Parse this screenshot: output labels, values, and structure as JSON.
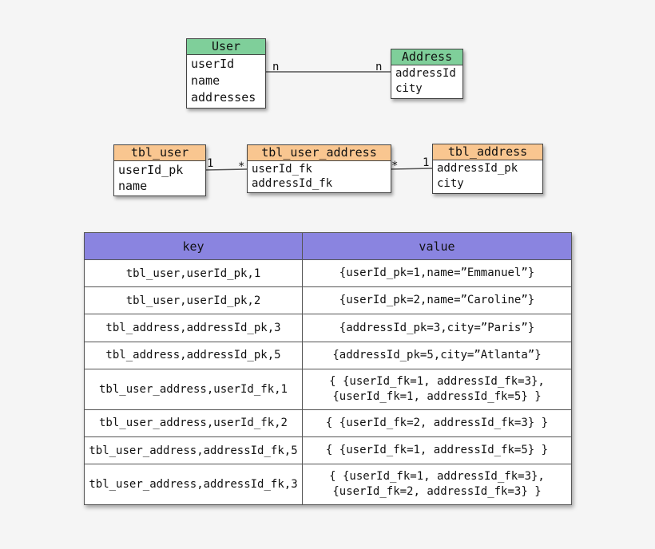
{
  "uml": {
    "user": {
      "title": "User",
      "fields": [
        "userId",
        "name",
        "addresses"
      ]
    },
    "address": {
      "title": "Address",
      "fields": [
        "addressId",
        "city"
      ]
    },
    "assoc": {
      "left_mult": "n",
      "right_mult": "n"
    }
  },
  "relational": {
    "tbl_user": {
      "title": "tbl_user",
      "fields": [
        "userId_pk",
        "name"
      ]
    },
    "tbl_user_address": {
      "title": "tbl_user_address",
      "fields": [
        "userId_fk",
        "addressId_fk"
      ]
    },
    "tbl_address": {
      "title": "tbl_address",
      "fields": [
        "addressId_pk",
        "city"
      ]
    },
    "rel_left": {
      "one": "1",
      "many": "*"
    },
    "rel_right": {
      "many": "*",
      "one": "1"
    }
  },
  "kv_table": {
    "headers": {
      "key": "key",
      "value": "value"
    },
    "rows": [
      {
        "key": "tbl_user,userId_pk,1",
        "value": [
          "{userId_pk=1,name=”Emmanuel”}"
        ]
      },
      {
        "key": "tbl_user,userId_pk,2",
        "value": [
          "{userId_pk=2,name=”Caroline”}"
        ]
      },
      {
        "key": "tbl_address,addressId_pk,3",
        "value": [
          "{addressId_pk=3,city=”Paris”}"
        ]
      },
      {
        "key": "tbl_address,addressId_pk,5",
        "value": [
          "{addressId_pk=5,city=”Atlanta”}"
        ]
      },
      {
        "key": "tbl_user_address,userId_fk,1",
        "value": [
          "{ {userId_fk=1, addressId_fk=3},",
          "{userId_fk=1, addressId_fk=5} }"
        ]
      },
      {
        "key": "tbl_user_address,userId_fk,2",
        "value": [
          "{ {userId_fk=2, addressId_fk=3} }"
        ]
      },
      {
        "key": "tbl_user_address,addressId_fk,5",
        "value": [
          "{ {userId_fk=1, addressId_fk=5} }"
        ]
      },
      {
        "key": "tbl_user_address,addressId_fk,3",
        "value": [
          "{ {userId_fk=1, addressId_fk=3},",
          "{userId_fk=2, addressId_fk=3} }"
        ]
      }
    ]
  }
}
